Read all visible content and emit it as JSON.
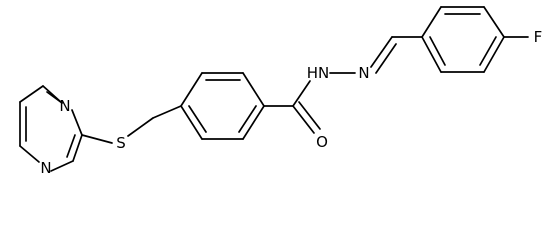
{
  "atom_labels": {
    "fluorine": "F",
    "pyrimidine_n_upper": "N",
    "pyrimidine_n_lower": "N",
    "thioether_s": "S",
    "carbonyl_o": "O",
    "hydrazide_nh": "HN",
    "imine_n": "N"
  },
  "colors": {
    "bond": "#000000",
    "label": "#000000",
    "background": "#ffffff"
  }
}
